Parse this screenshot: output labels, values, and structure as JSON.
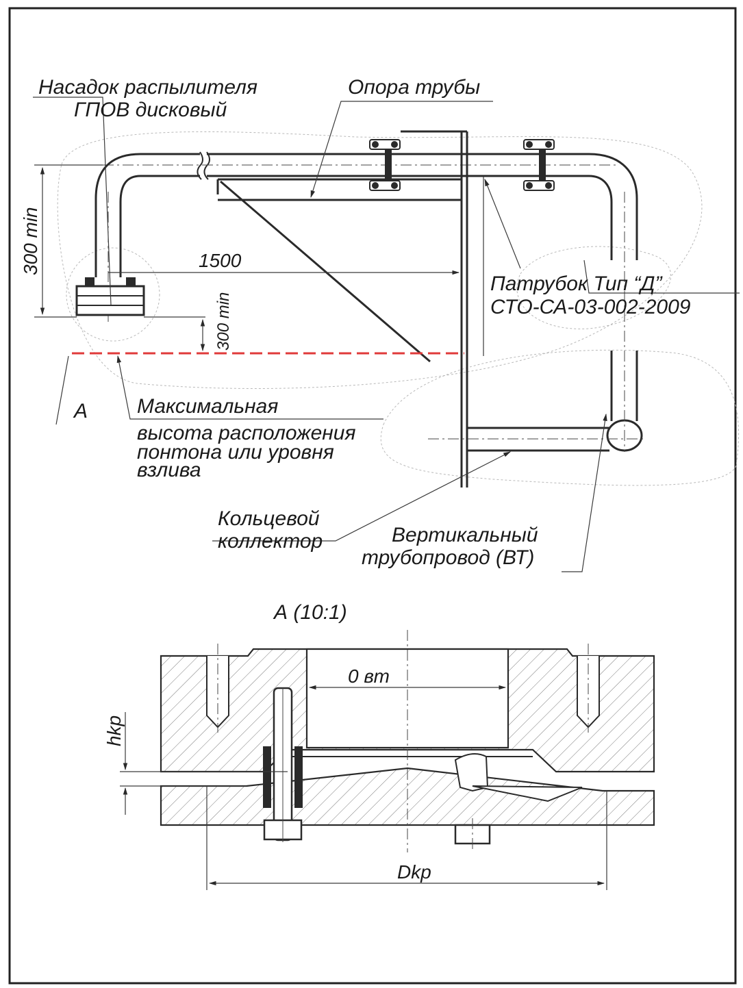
{
  "labels": {
    "nozzle_line1": "Насадок распылителя",
    "nozzle_line2": "ГПОВ дисковый",
    "pipe_support": "Опора трубы",
    "branch_line1": "Патрубок Тип “Д”",
    "branch_line2": "СТО-СА-03-002-2009",
    "max_line1": "Максимальная",
    "max_line2": "высота расположения",
    "max_line3": "понтона или уровня",
    "max_line4": "взлива",
    "ring_line1": "Кольцевой",
    "ring_line2": "коллектор",
    "vert_line1": "Вертикальный",
    "vert_line2": "трубопровод (ВТ)",
    "view_letter": "А",
    "detail_title": "А (10:1)"
  },
  "dimensions": {
    "height_left": "300 min",
    "length_support": "1500",
    "height_level": "300 min",
    "bore": "0 вт",
    "gap": "hkp",
    "diameter": "Dkp"
  },
  "colors": {
    "line": "#2a2a2a",
    "level_line": "#e03a3a",
    "frame": "#222222"
  }
}
